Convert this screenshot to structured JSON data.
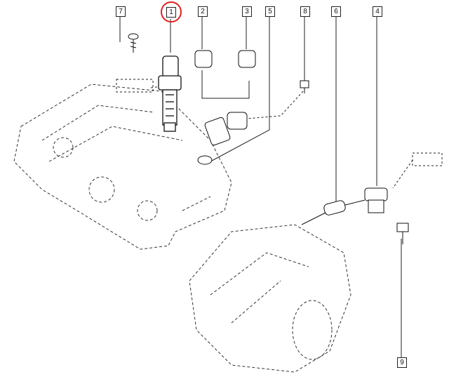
{
  "diagram": {
    "callouts": [
      {
        "label": "7",
        "part": "screw"
      },
      {
        "label": "1",
        "part": "ignition-coil"
      },
      {
        "label": "2",
        "part": "connector"
      },
      {
        "label": "3",
        "part": "connector"
      },
      {
        "label": "5",
        "part": "o-ring"
      },
      {
        "label": "8",
        "part": "bolt"
      },
      {
        "label": "6",
        "part": "harness"
      },
      {
        "label": "4",
        "part": "sensor"
      },
      {
        "label": "9",
        "part": "bolt"
      }
    ],
    "selected": "1",
    "highlight_color": "#e0201e"
  }
}
